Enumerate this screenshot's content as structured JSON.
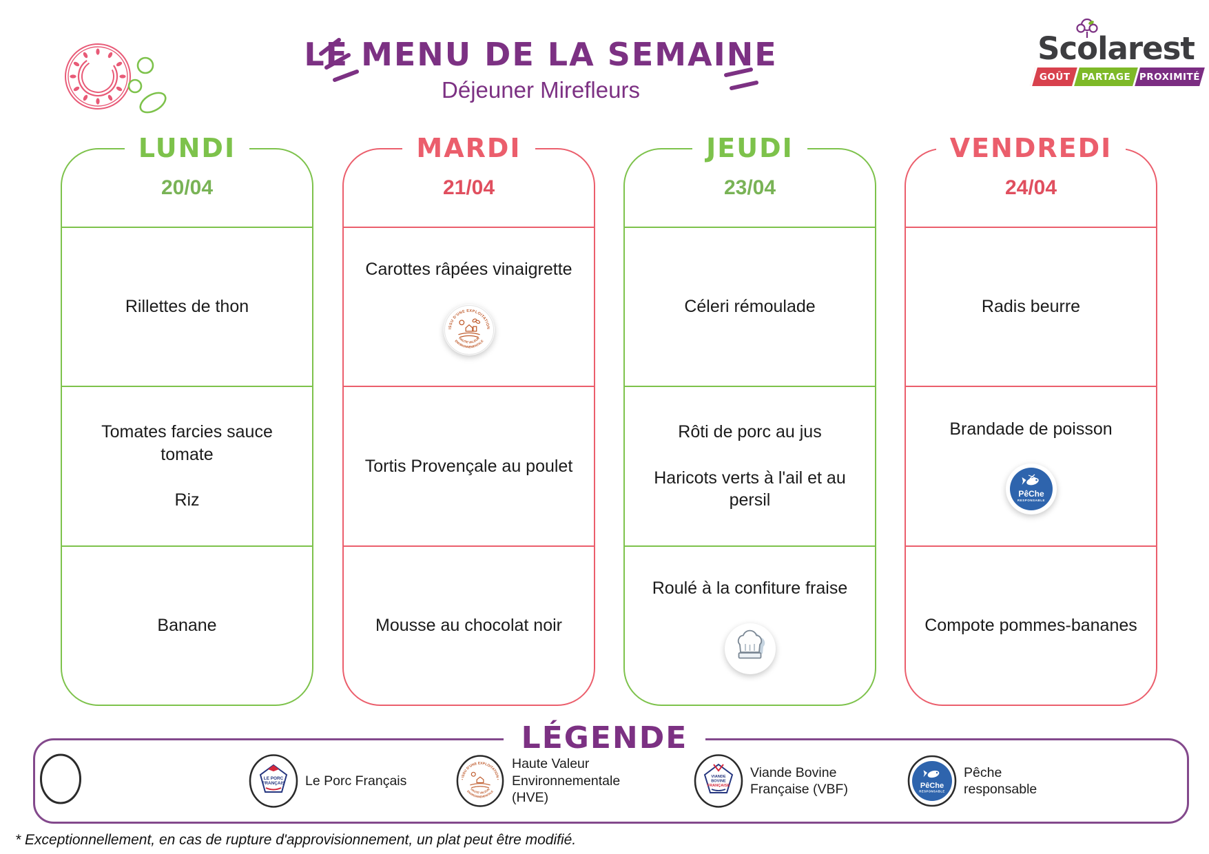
{
  "header": {
    "title": "LE MENU DE LA SEMAINE",
    "subtitle": "Déjeuner Mirefleurs",
    "brand": {
      "name": "Scolarest",
      "banner": {
        "gout": "GOÛT",
        "partage": "PARTAGE",
        "proximite": "PROXIMITÉ"
      }
    }
  },
  "colors": {
    "green": "#7DC24B",
    "pink": "#EB5E6C",
    "purple": "#7C3183",
    "hve_orange": "#BF5B2C",
    "peche_blue": "#2E64AD"
  },
  "days": [
    {
      "label": "LUNDI",
      "date": "20/04",
      "color": "green",
      "sections": [
        {
          "items": [
            "Rillettes de thon"
          ]
        },
        {
          "items": [
            "Tomates farcies sauce tomate",
            "Riz"
          ]
        },
        {
          "items": [
            "Banane"
          ]
        }
      ]
    },
    {
      "label": "MARDI",
      "date": "21/04",
      "color": "pink",
      "sections": [
        {
          "items": [
            "Carottes râpées vinaigrette"
          ],
          "badge": "hve"
        },
        {
          "items": [
            "Tortis Provençale au poulet"
          ]
        },
        {
          "items": [
            "Mousse au chocolat noir"
          ]
        }
      ]
    },
    {
      "label": "JEUDI",
      "date": "23/04",
      "color": "green",
      "sections": [
        {
          "items": [
            "Céleri rémoulade"
          ]
        },
        {
          "items": [
            "Rôti de porc au jus",
            "Haricots verts à l'ail et au persil"
          ]
        },
        {
          "items": [
            "Roulé à la confiture fraise"
          ],
          "badge": "chef"
        }
      ]
    },
    {
      "label": "VENDREDI",
      "date": "24/04",
      "color": "pink",
      "sections": [
        {
          "items": [
            "Radis beurre"
          ]
        },
        {
          "items": [
            "Brandade de poisson"
          ],
          "badge": "peche"
        },
        {
          "items": [
            "Compote pommes-bananes"
          ]
        }
      ]
    }
  ],
  "legend": {
    "title": "LÉGENDE",
    "items": [
      {
        "badge": "empty",
        "label": ""
      },
      {
        "badge": "porc",
        "label": "Le Porc Français"
      },
      {
        "badge": "hve",
        "label": "Haute Valeur\nEnvironnementale\n(HVE)"
      },
      {
        "badge": "vbf",
        "label": "Viande Bovine\nFrançaise (VBF)"
      },
      {
        "badge": "peche",
        "label": "Pêche\nresponsable"
      }
    ]
  },
  "footer": {
    "note": "* Exceptionnellement, en cas de rupture d'approvisionnement, un plat peut être modifié."
  }
}
